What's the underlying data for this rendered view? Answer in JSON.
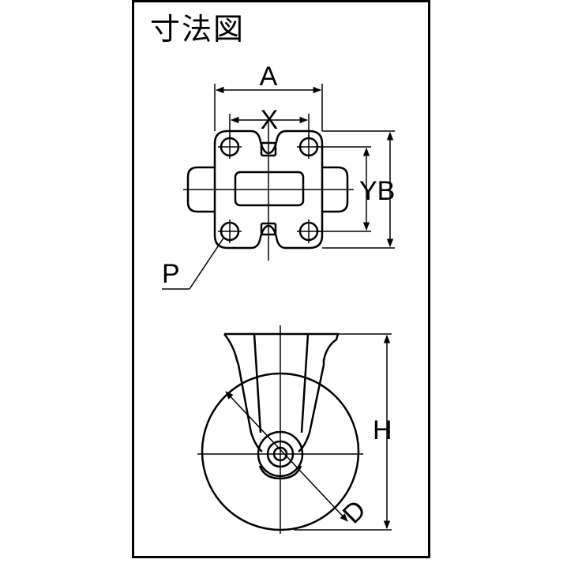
{
  "title": "寸法図",
  "labels": {
    "a": "A",
    "x": "X",
    "yb": "YB",
    "p": "P",
    "h": "H",
    "d": "D"
  },
  "colors": {
    "line": "#000000",
    "background": "#ffffff"
  }
}
